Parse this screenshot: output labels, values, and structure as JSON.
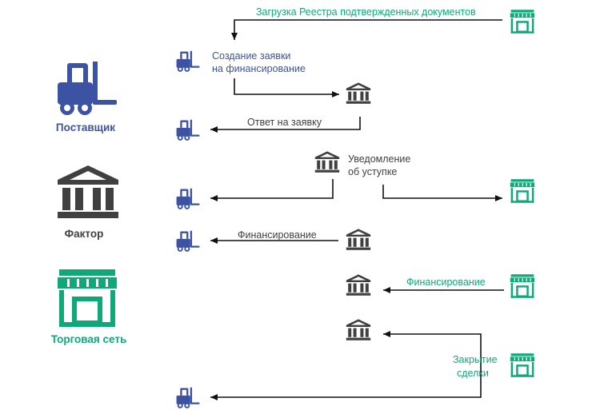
{
  "colors": {
    "supplier": "#3c53a3",
    "factor": "#404040",
    "retail": "#0fa878",
    "arrow": "#111111"
  },
  "legend": {
    "supplier": {
      "label": "Поставщик",
      "icon": "forklift-icon"
    },
    "factor": {
      "label": "Фактор",
      "icon": "bank-icon"
    },
    "retail": {
      "label": "Торговая сеть",
      "icon": "store-icon"
    }
  },
  "steps": {
    "registry_upload": "Загрузка Реестра подтвержденных документов",
    "request_line1": "Создание заявки",
    "request_line2": "на финансирование",
    "request_response": "Ответ на заявку",
    "assignment_line1": "Уведомление",
    "assignment_line2": "об уступке",
    "financing_factor": "Финансирование",
    "financing_retail": "Финансирование",
    "closing_line1": "Закрытие",
    "closing_line2": "сделки"
  }
}
